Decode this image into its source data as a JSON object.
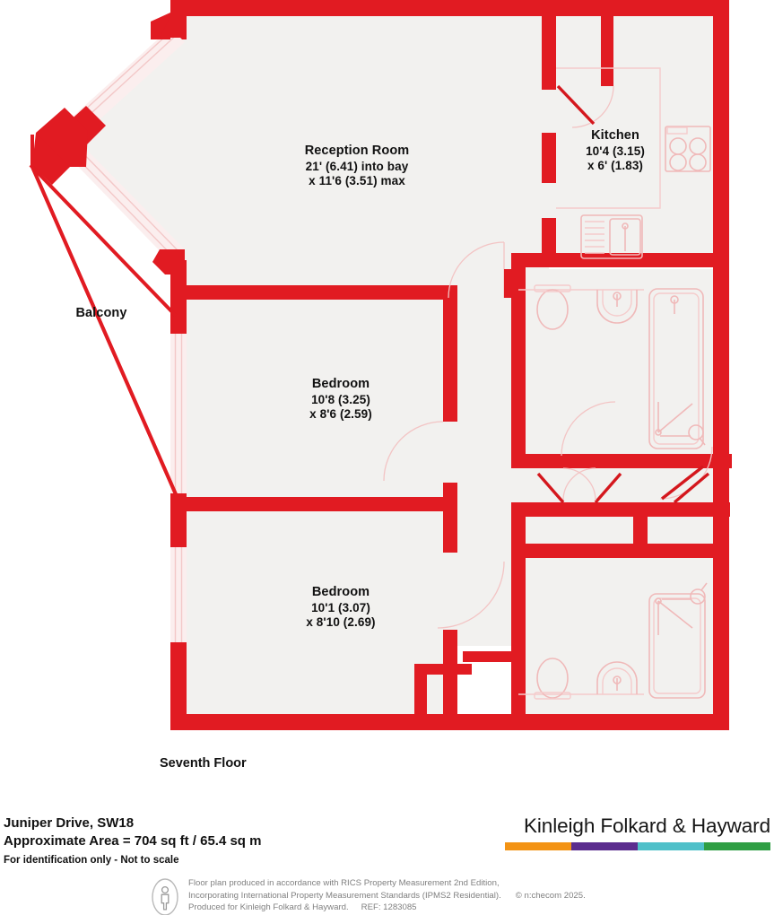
{
  "document": {
    "type": "floor-plan",
    "title": "Juniper Drive, SW18 — Seventh Floor Plan"
  },
  "plan": {
    "floor_caption": "Seventh Floor",
    "wall_color": "#E11B22",
    "room_fill": "#F2F1EF",
    "fixture_color": "#F0B9B9",
    "rooms": [
      {
        "id": "reception",
        "name": "Reception Room",
        "dim_line_1": "21' (6.41) into bay",
        "dim_line_2": "x 11'6 (3.51) max"
      },
      {
        "id": "kitchen",
        "name": "Kitchen",
        "dim_line_1": "10'4 (3.15)",
        "dim_line_2": "x 6' (1.83)"
      },
      {
        "id": "bedroom-1",
        "name": "Bedroom",
        "dim_line_1": "10'8 (3.25)",
        "dim_line_2": "x 8'6 (2.59)"
      },
      {
        "id": "bedroom-2",
        "name": "Bedroom",
        "dim_line_1": "10'1 (3.07)",
        "dim_line_2": "x 8'10 (2.69)"
      },
      {
        "id": "balcony",
        "name": "Balcony",
        "dim_line_1": "",
        "dim_line_2": ""
      }
    ],
    "fixtures": [
      "hob-icon",
      "sink-with-drainer-icon",
      "toilet-icon",
      "wash-basin-icon",
      "bathtub-icon",
      "shower-tray-icon"
    ]
  },
  "footer": {
    "address": "Juniper Drive, SW18",
    "area": "Approximate Area = 704 sq ft / 65.4 sq m",
    "disclaimer": "For identification only - Not to scale",
    "brand": "Kinleigh Folkard & Hayward",
    "brand_bar_colors": [
      "#F39314",
      "#5B2D8E",
      "#4FC0C9",
      "#2F9E44"
    ],
    "legal_line_1": "Floor plan produced in accordance with RICS Property Measurement 2nd Edition,",
    "legal_line_2": "Incorporating International Property Measurement Standards (IPMS2 Residential).",
    "legal_copyright": "© n:checom 2025.",
    "legal_line_3": "Produced for Kinleigh Folkard & Hayward.",
    "legal_ref": "REF: 1283085"
  }
}
